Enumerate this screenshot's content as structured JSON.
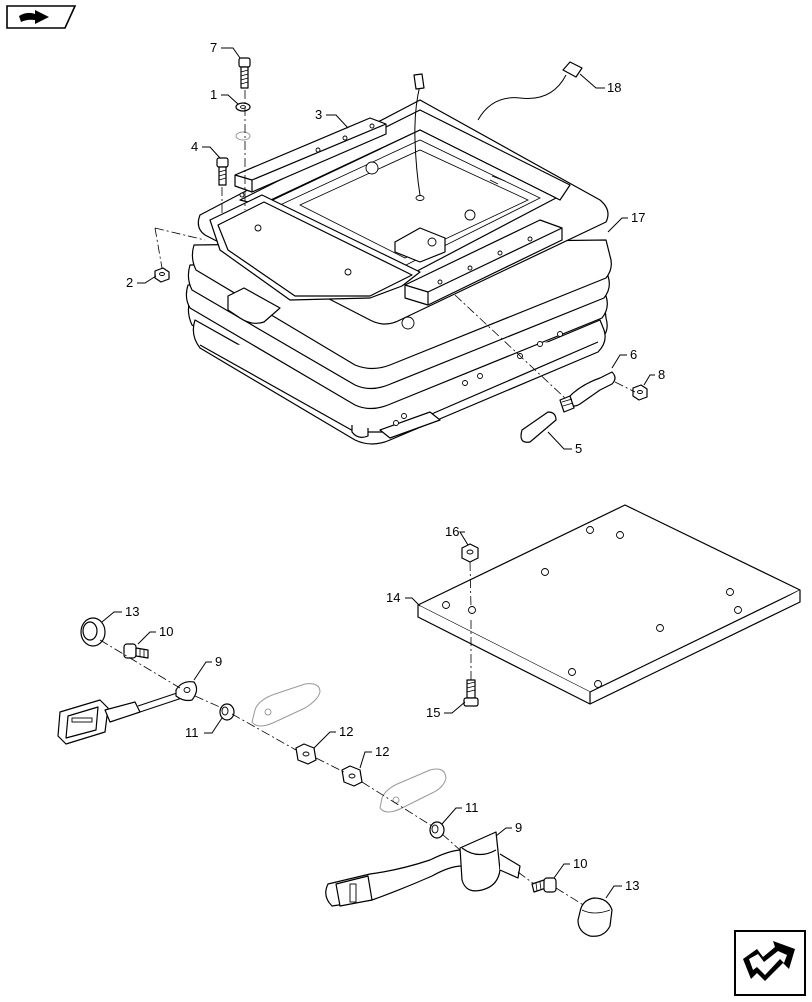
{
  "icons": {
    "top_left": "forward-arrow-icon",
    "bottom_right": "next-page-arrow-icon"
  },
  "callouts": {
    "c1": "1",
    "c2": "2",
    "c3": "3",
    "c4": "4",
    "c5": "5",
    "c6": "6",
    "c7": "7",
    "c8": "8",
    "c9a": "9",
    "c9b": "9",
    "c10a": "10",
    "c10b": "10",
    "c11a": "11",
    "c11b": "11",
    "c12a": "12",
    "c12b": "12",
    "c13a": "13",
    "c13b": "13",
    "c14": "14",
    "c15": "15",
    "c16": "16",
    "c17": "17",
    "c18": "18"
  }
}
